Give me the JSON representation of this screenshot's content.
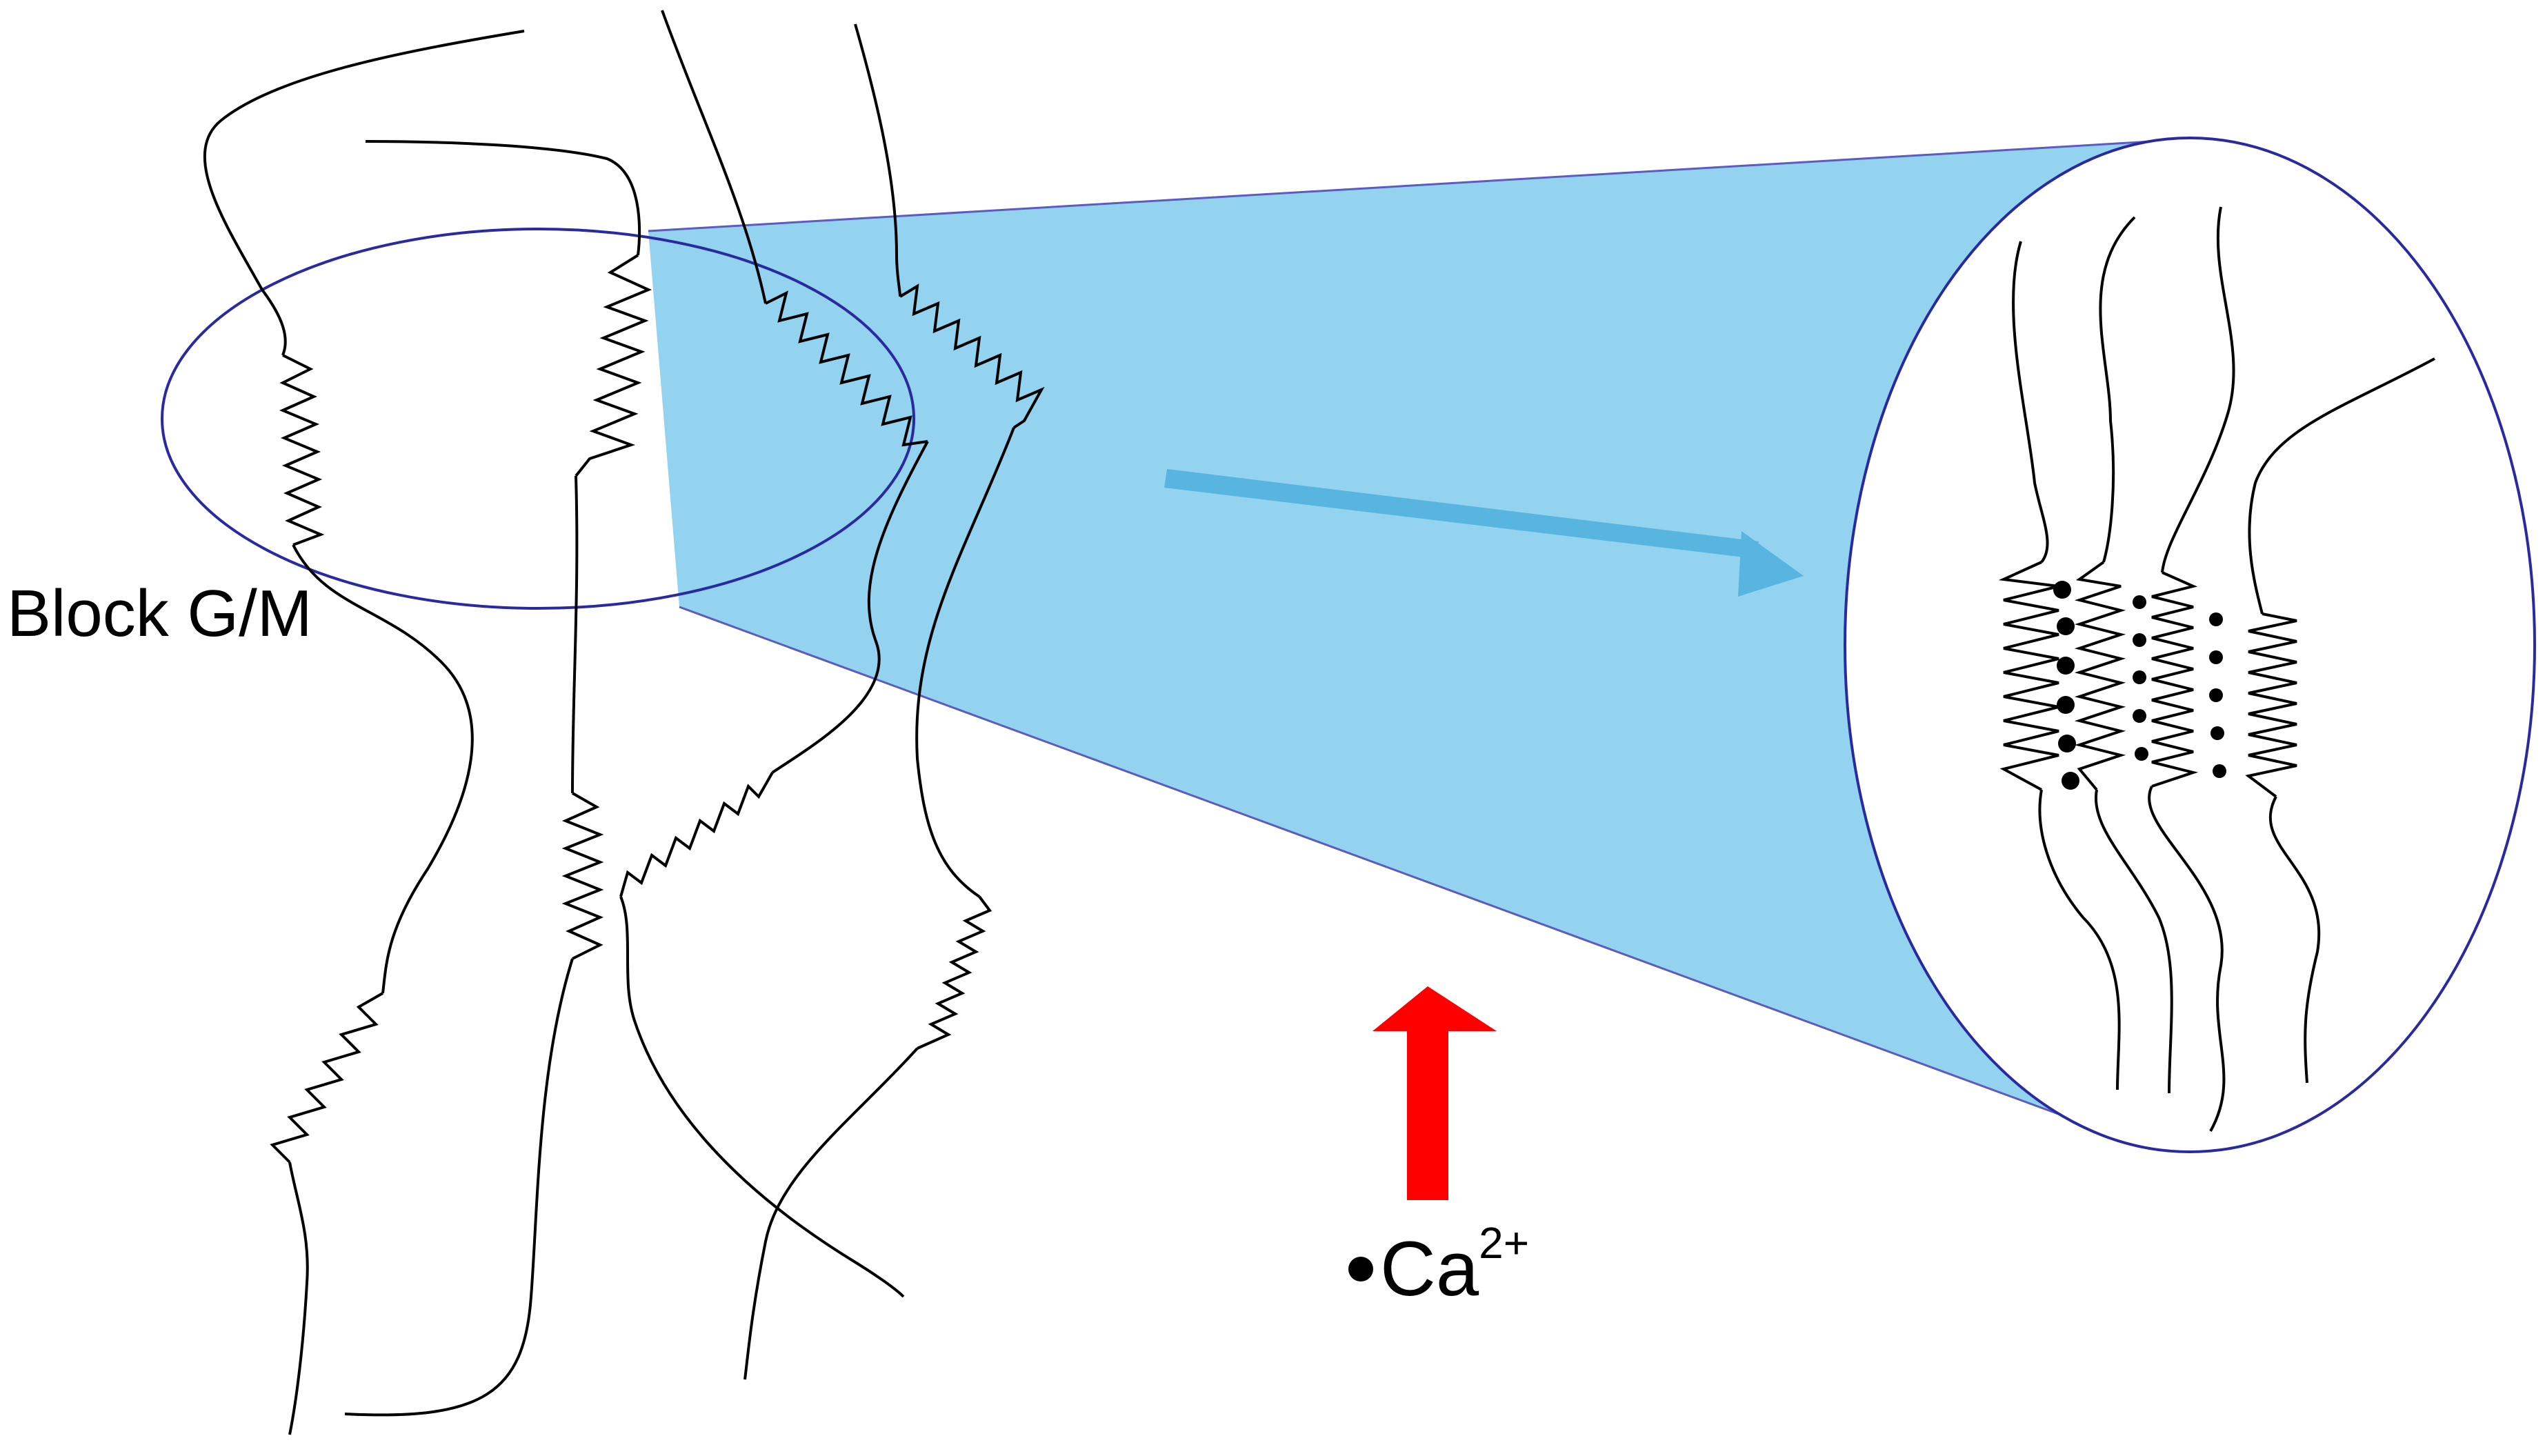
{
  "labels": {
    "block": "Block G/M",
    "ion_symbol": "Ca",
    "ion_charge": "2+"
  },
  "colors": {
    "zoom_fill": "#93d3ef",
    "zoom_outline": "#2a2aa0",
    "zoom_arrow": "#57b5e0",
    "ion_arrow": "#ff0000",
    "strands": "#000000"
  },
  "icons": {
    "ion_marker": "black-dot-icon",
    "zoom_arrow": "right-arrow-icon",
    "ion_arrow": "up-arrow-icon"
  }
}
